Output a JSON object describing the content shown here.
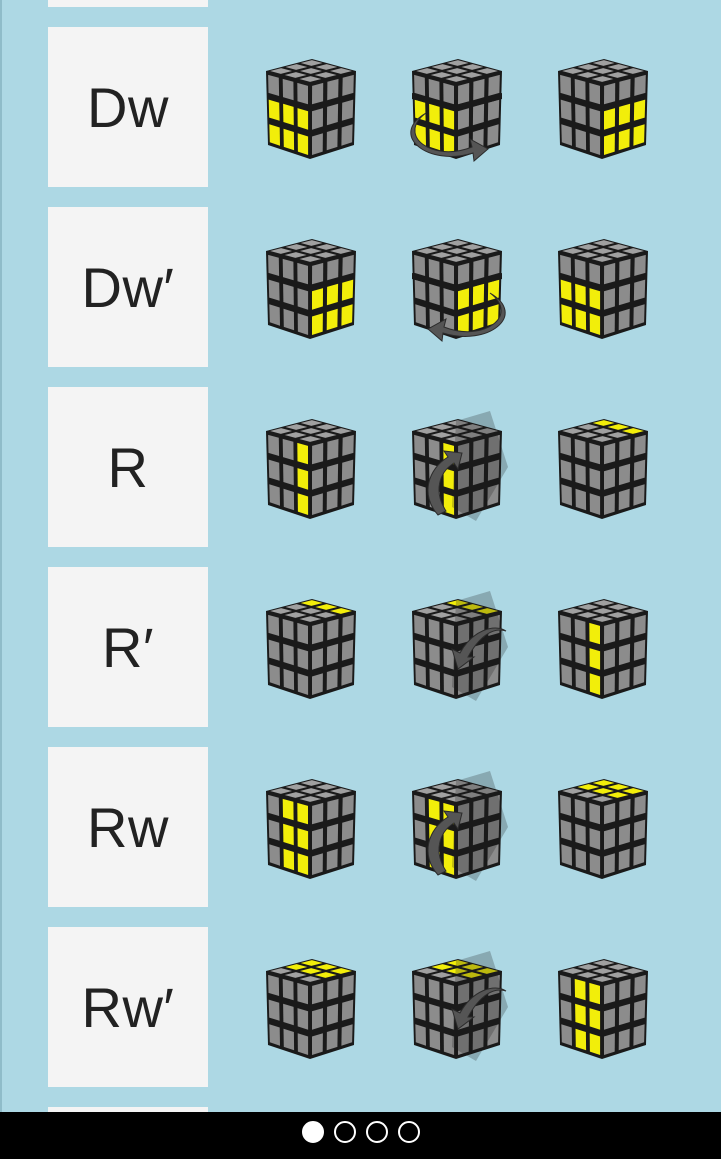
{
  "colors": {
    "background": "#add8e4",
    "card": "#f4f4f4",
    "sticker_gray": "#8c8c8c",
    "sticker_gray_top": "#a0a0a0",
    "sticker_yellow": "#f2ee0a",
    "arrow": "#555555",
    "navbar": "#000000"
  },
  "moves": [
    {
      "notation": "Dw",
      "steps": [
        "cube-yellow-front-bottom-two-rows",
        "cube-turning-bottom-two-layers",
        "cube-yellow-right-bottom-two-rows"
      ],
      "arrow": "bottom-layers-rotate-right"
    },
    {
      "notation": "Dw′",
      "steps": [
        "cube-yellow-right-bottom-two-rows",
        "cube-turning-bottom-two-layers",
        "cube-yellow-front-bottom-two-rows"
      ],
      "arrow": "bottom-layers-rotate-left"
    },
    {
      "notation": "R",
      "steps": [
        "cube-yellow-front-right-column",
        "cube-turning-right-layer",
        "cube-yellow-top-back-row"
      ],
      "arrow": "right-layer-rotate-up"
    },
    {
      "notation": "R′",
      "steps": [
        "cube-yellow-top-back-row",
        "cube-turning-right-layer",
        "cube-yellow-front-right-column"
      ],
      "arrow": "right-layer-rotate-down"
    },
    {
      "notation": "Rw",
      "steps": [
        "cube-yellow-front-right-two-columns",
        "cube-turning-right-two-layers",
        "cube-yellow-top-back-two-rows"
      ],
      "arrow": "right-layers-rotate-up"
    },
    {
      "notation": "Rw′",
      "steps": [
        "cube-yellow-top-back-two-rows",
        "cube-turning-right-two-layers",
        "cube-yellow-front-right-two-columns"
      ],
      "arrow": "right-layers-rotate-down"
    }
  ],
  "pager": {
    "count": 4,
    "active_index": 0
  }
}
